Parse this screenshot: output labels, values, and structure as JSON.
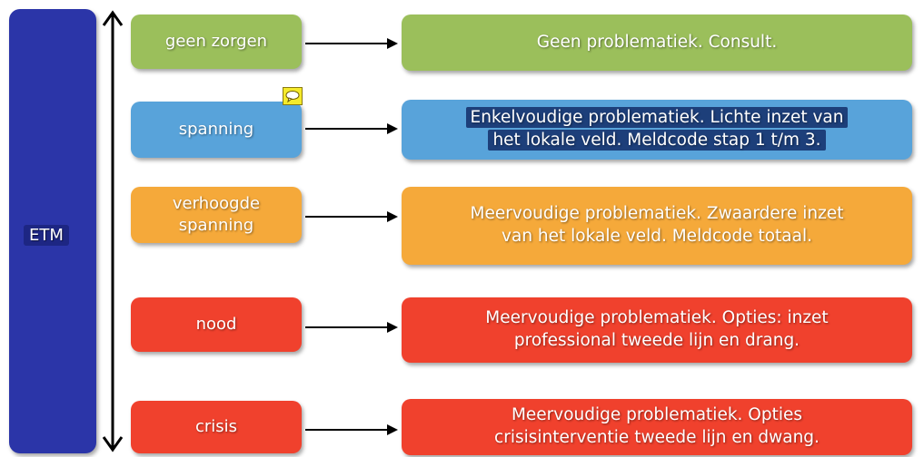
{
  "etm": {
    "label": "ETM"
  },
  "colors": {
    "etm": "#2b35a8",
    "green": "#9bbf5b",
    "blue": "#58a3da",
    "orange": "#f5a93a",
    "red": "#f0412d"
  },
  "rows": [
    {
      "level": "geen zorgen",
      "description_lines": [
        "Geen problematiek. Consult."
      ],
      "color": "#9bbf5b"
    },
    {
      "level": "spanning",
      "description_lines": [
        "Enkelvoudige problematiek. Lichte inzet van",
        "het lokale veld. Meldcode stap 1 t/m 3."
      ],
      "color": "#58a3da"
    },
    {
      "level_lines": [
        "verhoogde",
        "spanning"
      ],
      "description_lines": [
        "Meervoudige problematiek. Zwaardere inzet",
        "van het lokale veld. Meldcode totaal."
      ],
      "color": "#f5a93a"
    },
    {
      "level": "nood",
      "description_lines": [
        "Meervoudige problematiek. Opties: inzet",
        "professional tweede lijn en drang."
      ],
      "color": "#f0412d"
    },
    {
      "level": "crisis",
      "description_lines": [
        "Meervoudige problematiek. Opties",
        "crisisinterventie tweede lijn en dwang."
      ],
      "color": "#f0412d"
    }
  ],
  "icons": {
    "comment": "speech-bubble-icon",
    "scale_arrow": "double-headed-arrow-icon",
    "connector": "right-arrow-icon"
  }
}
